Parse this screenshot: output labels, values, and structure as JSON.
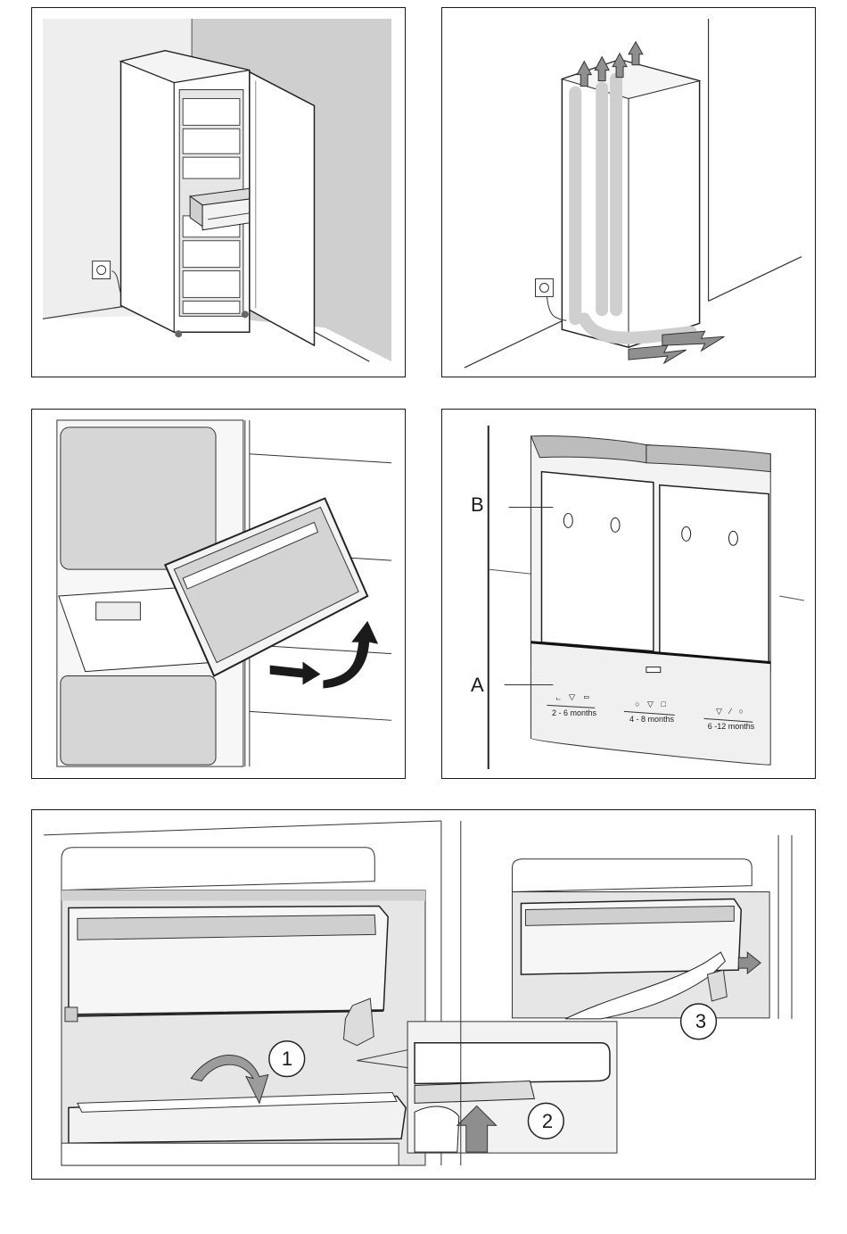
{
  "figure2": {
    "label_a": "A",
    "label_b": "B",
    "storage_groups": [
      {
        "duration": "2 - 6 months",
        "icons": [
          "fish-icon",
          "bowl-icon",
          "sausage-icon"
        ]
      },
      {
        "duration": "4 - 8 months",
        "icons": [
          "pig-icon",
          "cow-head-icon",
          "cake-icon"
        ]
      },
      {
        "duration": "6 -12 months",
        "icons": [
          "poultry-icon",
          "vegetable-icon",
          "fruit-icon"
        ]
      }
    ]
  },
  "figure3": {
    "steps": [
      "1",
      "2",
      "3"
    ]
  }
}
